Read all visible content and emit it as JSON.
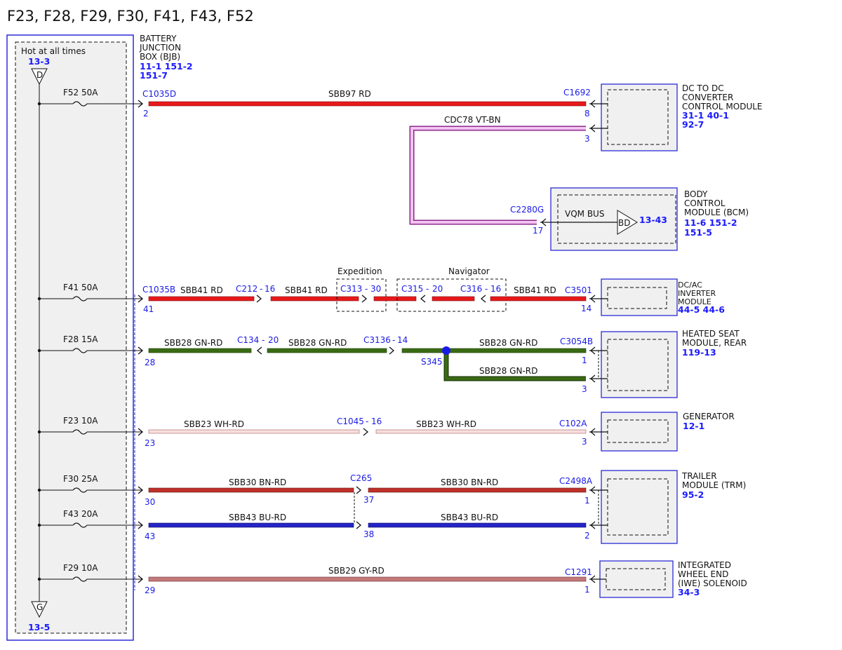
{
  "title": "F23, F28, F29, F30, F41, F43, F52",
  "bjb": {
    "hot_label": "Hot at all times",
    "hot_ref": "13-3",
    "d_symbol": "D",
    "g_symbol": "G",
    "ground_ref": "13-5",
    "name_lines": [
      "BATTERY",
      "JUNCTION",
      "BOX (BJB)"
    ],
    "refs_line1": "11-1   151-2",
    "refs_line2": "151-7"
  },
  "fuses": [
    {
      "id": "F52",
      "rating": "50A"
    },
    {
      "id": "F41",
      "rating": "50A"
    },
    {
      "id": "F28",
      "rating": "15A"
    },
    {
      "id": "F23",
      "rating": "10A"
    },
    {
      "id": "F30",
      "rating": "25A"
    },
    {
      "id": "F43",
      "rating": "20A"
    },
    {
      "id": "F29",
      "rating": "10A"
    }
  ],
  "colors": {
    "rd": "#e8191b",
    "gn_rd": "#3a6b14",
    "wh_rd": "#f3c9c9",
    "bn_rd": "#c0302a",
    "bu_rd": "#2525c8",
    "gy_rd": "#c47a7a",
    "vt_bn": "#d46ad0",
    "blue_line": "#2b2bd6",
    "module_fill": "#f0f0f0"
  },
  "circuits": {
    "c1": {
      "conn_left": "C1035D",
      "pin_left": "2",
      "wire": "SBB97  RD",
      "conn_right": "C1692",
      "pin_right": "8"
    },
    "c1b": {
      "wire": "CDC78  VT-BN",
      "pin_right": "3"
    },
    "bcm": {
      "conn": "C2280G",
      "pin": "17",
      "bus": "VQM BUS",
      "bus_symbol": "BD",
      "bus_ref": "13-43"
    },
    "c2": {
      "conn_left": "C1035B",
      "pin_left": "41",
      "wire1": "SBB41  RD",
      "inline1": "C212",
      "inline1_pin": "16",
      "wire2": "SBB41  RD",
      "expedition_label": "Expedition",
      "exp_conn": "C313",
      "exp_pin": "30",
      "navigator_label": "Navigator",
      "nav_conn1": "C315",
      "nav_pin1": "20",
      "nav_conn2": "C316",
      "nav_pin2": "16",
      "wire3": "SBB41  RD",
      "conn_right": "C3501",
      "pin_right": "14"
    },
    "c3": {
      "pin_left": "28",
      "wire1": "SBB28  GN-RD",
      "inline1": "C134",
      "inline1_pin": "20",
      "wire2": "SBB28  GN-RD",
      "inline2": "C3136",
      "inline2_pin": "14",
      "splice": "S345",
      "wire3": "SBB28  GN-RD",
      "conn_right": "C3054B",
      "pin_right1": "1",
      "wire4": "SBB28  GN-RD",
      "pin_right2": "3"
    },
    "c4": {
      "pin_left": "23",
      "wire1": "SBB23  WH-RD",
      "inline": "C1045",
      "inline_pin": "16",
      "wire2": "SBB23  WH-RD",
      "conn_right": "C102A",
      "pin_right": "3"
    },
    "c5": {
      "pin_left": "30",
      "wire1": "SBB30  BN-RD",
      "inline": "C265",
      "inline_pin": "37",
      "wire2": "SBB30  BN-RD",
      "conn_right": "C2498A",
      "pin_right": "1"
    },
    "c6": {
      "pin_left": "43",
      "wire1": "SBB43  BU-RD",
      "inline_pin": "38",
      "wire2": "SBB43  BU-RD",
      "pin_right": "2"
    },
    "c7": {
      "pin_left": "29",
      "wire": "SBB29  GY-RD",
      "conn_right": "C1291",
      "pin_right": "1"
    }
  },
  "modules": {
    "dcdc": {
      "name_lines": [
        "DC TO DC",
        "CONVERTER",
        "CONTROL MODULE"
      ],
      "refs_line1": "31-1   40-1",
      "refs_line2": "92-7"
    },
    "bcm": {
      "name_lines": [
        "BODY",
        "CONTROL",
        "MODULE (BCM)"
      ],
      "refs_line1": "11-6   151-2",
      "refs_line2": "151-5"
    },
    "dcac": {
      "name_lines": [
        "DC/AC",
        "INVERTER",
        "MODULE"
      ],
      "refs_line1": "44-5   44-6"
    },
    "seat": {
      "name_lines": [
        "HEATED SEAT",
        "MODULE, REAR"
      ],
      "refs_line1": "119-13"
    },
    "gen": {
      "name_lines": [
        "GENERATOR"
      ],
      "refs_line1": "12-1"
    },
    "trm": {
      "name_lines": [
        "TRAILER",
        "MODULE (TRM)"
      ],
      "refs_line1": "95-2"
    },
    "iwe": {
      "name_lines": [
        "INTEGRATED",
        "WHEEL END",
        "(IWE) SOLENOID"
      ],
      "refs_line1": "34-3"
    }
  }
}
